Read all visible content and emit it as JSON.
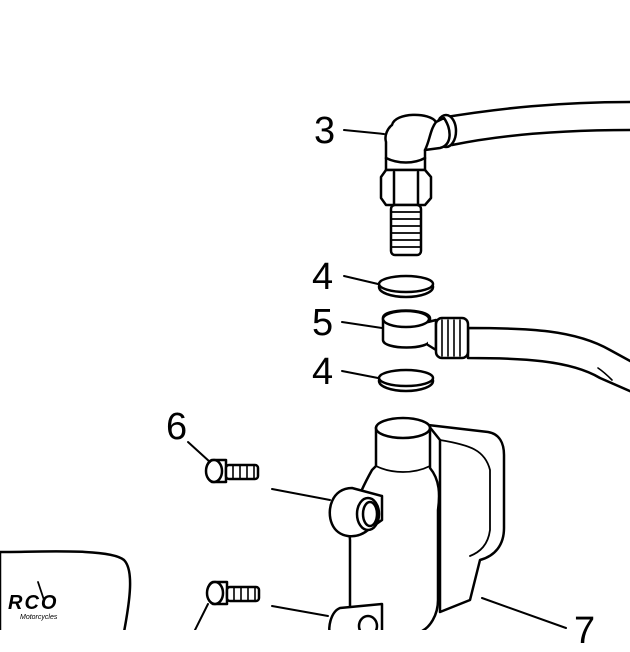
{
  "diagram": {
    "callouts": [
      {
        "id": "3",
        "label": "3"
      },
      {
        "id": "4a",
        "label": "4"
      },
      {
        "id": "5",
        "label": "5"
      },
      {
        "id": "4b",
        "label": "4"
      },
      {
        "id": "6",
        "label": "6"
      },
      {
        "id": "7",
        "label": "7"
      }
    ],
    "logo": {
      "brand": "RCO",
      "sub": "Motorcycles"
    }
  },
  "colors": {
    "ink": "#000000",
    "paper": "#ffffff",
    "shade": "#bfbfbf"
  }
}
